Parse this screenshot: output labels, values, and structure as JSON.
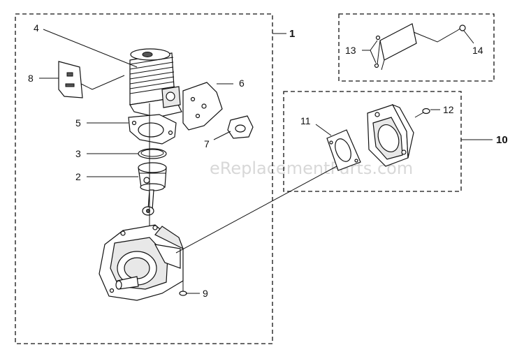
{
  "watermark": "eReplacementParts.com",
  "labels": {
    "l1": "1",
    "l2": "2",
    "l3": "3",
    "l4": "4",
    "l5": "5",
    "l6": "6",
    "l7": "7",
    "l8": "8",
    "l9": "9",
    "l10": "10",
    "l11": "11",
    "l12": "12",
    "l13": "13",
    "l14": "14"
  }
}
